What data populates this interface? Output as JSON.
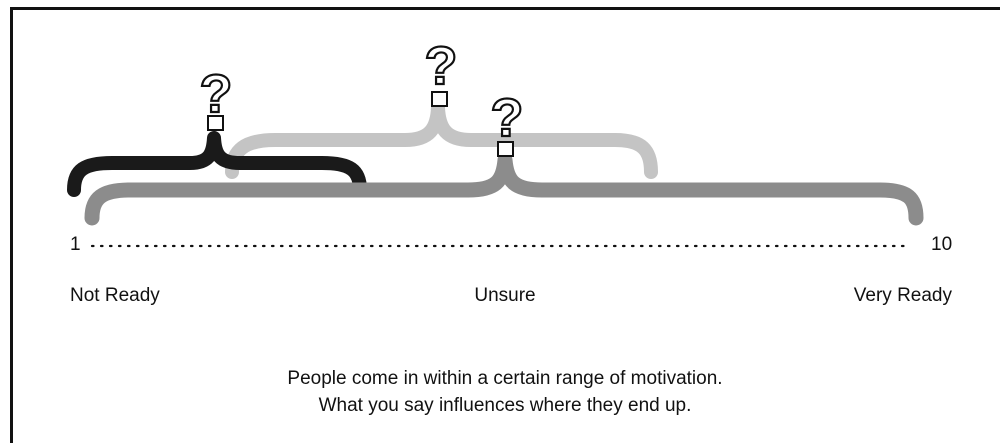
{
  "scale": {
    "min_label": "1",
    "max_label": "10",
    "left_label": "Not Ready",
    "middle_label": "Unsure",
    "right_label": "Very Ready"
  },
  "question_symbol": "?",
  "braces": [
    {
      "shade": "#1a1a1a"
    },
    {
      "shade": "#c4c4c4"
    },
    {
      "shade": "#8c8c8c"
    }
  ],
  "caption": {
    "line1": "People come in within a certain range of motivation.",
    "line2": "What you say influences where they end up."
  }
}
